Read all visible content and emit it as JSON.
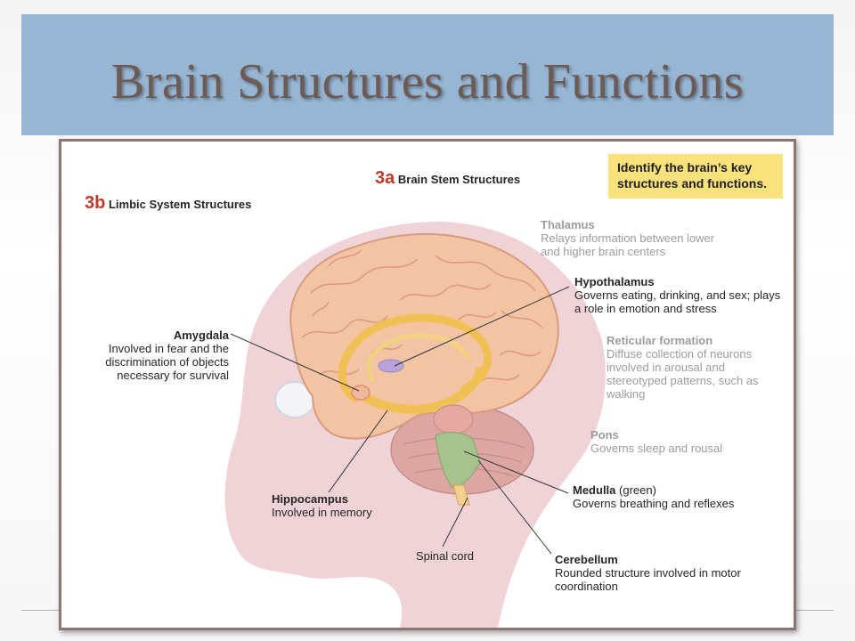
{
  "slide": {
    "title": "Brain Structures and Functions"
  },
  "figure": {
    "callout": "Identify the brain’s key structures and functions.",
    "section_3a": {
      "number": "3a",
      "label": "Brain Stem Structures"
    },
    "section_3b": {
      "number": "3b",
      "label": "Limbic System Structures"
    },
    "labels": {
      "thalamus": {
        "name": "Thalamus",
        "desc": "Relays information between lower and higher brain centers"
      },
      "hypothalamus": {
        "name": "Hypothalamus",
        "desc": "Governs eating, drinking, and sex; plays a role in emotion and stress"
      },
      "reticular": {
        "name": "Reticular formation",
        "desc": "Diffuse collection of neurons involved in arousal and stereotyped patterns, such as walking"
      },
      "pons": {
        "name": "Pons",
        "desc": "Governs sleep and rousal"
      },
      "medulla": {
        "name": "Medulla",
        "note": "(green)",
        "desc": "Governs breathing and reflexes"
      },
      "cerebellum": {
        "name": "Cerebellum",
        "desc": "Rounded structure involved in motor coordination"
      },
      "amygdala": {
        "name": "Amygdala",
        "desc": "Involved in fear and the discrimination of objects necessary for survival"
      },
      "hippocampus": {
        "name": "Hippocampus",
        "desc": "Involved in memory"
      },
      "spinal_cord": {
        "name": "Spinal cord"
      }
    },
    "colors": {
      "brain": "#f3c4a4",
      "head_silhouette": "#efd3d6",
      "limbic": "#f1c054",
      "medulla": "#a8c28d",
      "hypothalamus": "#b7a3d8",
      "callout": "#f9e27b",
      "section_number": "#c0392b"
    }
  }
}
